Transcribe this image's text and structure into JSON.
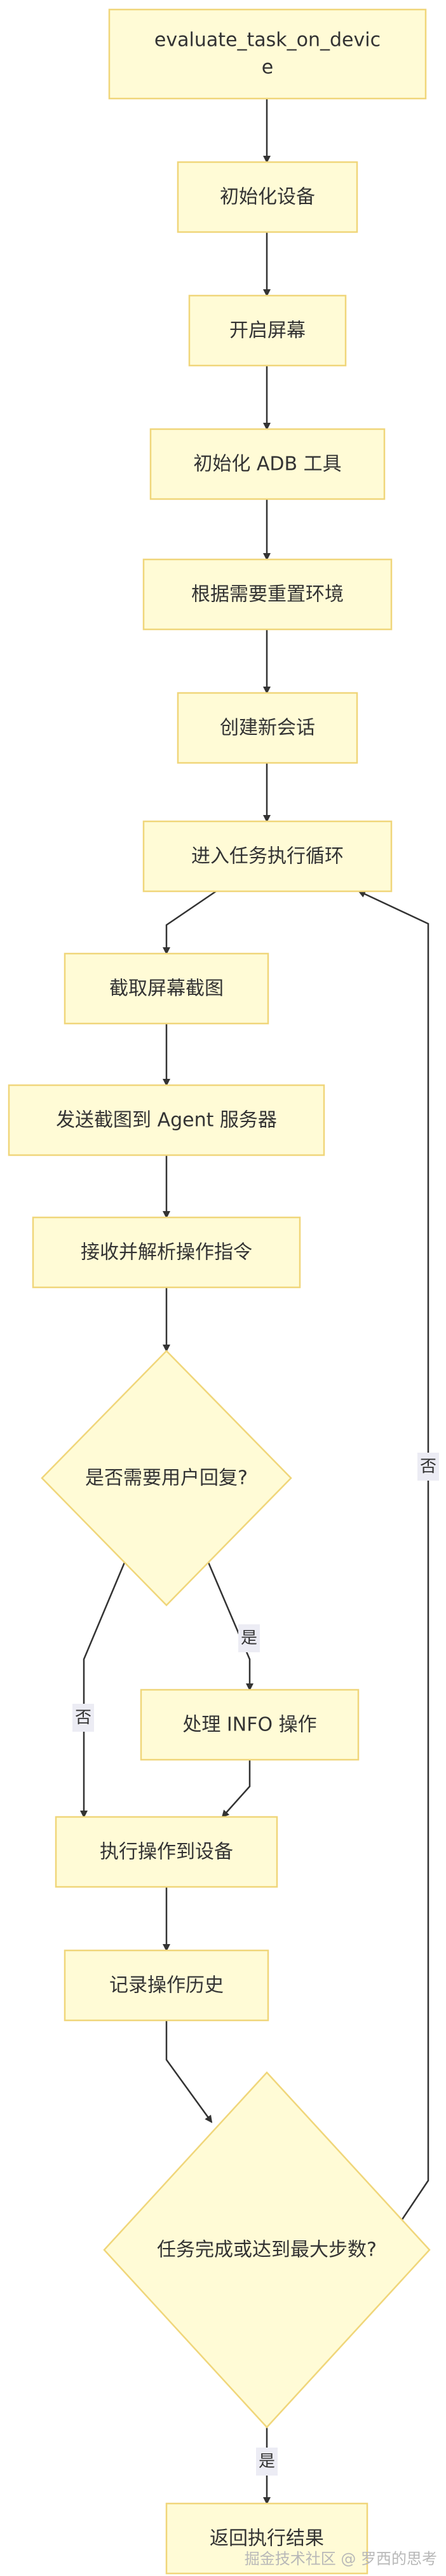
{
  "nodes": {
    "evaluate": [
      "evaluate_task_on_devic",
      "e"
    ],
    "init_device": "初始化设备",
    "screen_on": "开启屏幕",
    "init_adb": "初始化 ADB 工具",
    "reset_env": "根据需要重置环境",
    "new_session": "创建新会话",
    "loop": "进入任务执行循环",
    "screenshot": "截取屏幕截图",
    "send": "发送截图到 Agent 服务器",
    "parse": "接收并解析操作指令",
    "need_reply": "是否需要用户回复?",
    "info": "处理 INFO 操作",
    "execute": "执行操作到设备",
    "history": "记录操作历史",
    "done_check": "任务完成或达到最大步数?",
    "result": "返回执行结果"
  },
  "edge_labels": {
    "yes_info": "是",
    "no_execute": "否",
    "no_loop": "否",
    "yes_result": "是"
  },
  "watermark": "掘金技术社区 @ 罗西的思考"
}
